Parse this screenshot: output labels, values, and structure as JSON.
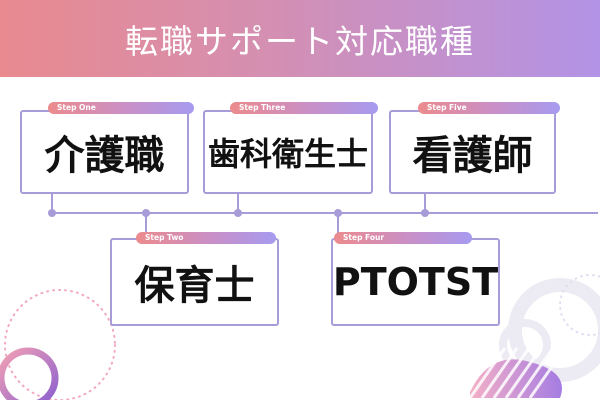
{
  "header": {
    "title": "転職サポート対応職種"
  },
  "steps": [
    {
      "tab": "Step One",
      "name": "介護職"
    },
    {
      "tab": "Step Two",
      "name": "保育士"
    },
    {
      "tab": "Step Three",
      "name": "歯科衛生士"
    },
    {
      "tab": "Step Four",
      "name": "PTOTST"
    },
    {
      "tab": "Step Five",
      "name": "看護師"
    }
  ],
  "colors": {
    "accent": "#a79bd8",
    "header_start": "#e98a8f",
    "header_end": "#b293e6",
    "decor_pink": "#f0a0b8",
    "decor_purple": "#8a5fd0"
  }
}
